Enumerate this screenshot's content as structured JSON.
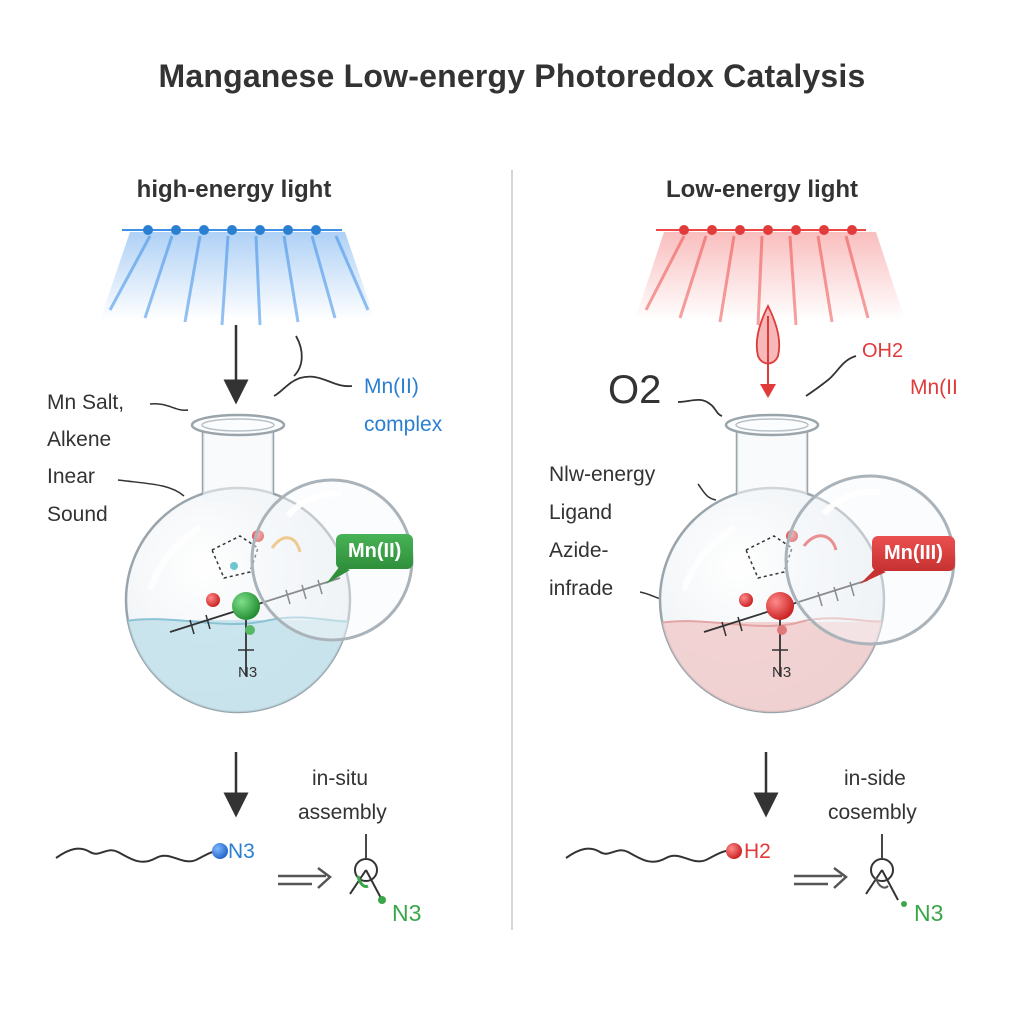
{
  "title": "Manganese Low-energy Photoredox Catalysis",
  "colors": {
    "blue": "#2b7fd1",
    "red": "#e03a3a",
    "green": "#3aa64a",
    "ink": "#333333"
  },
  "left": {
    "heading": "high-energy light",
    "complex_label_1": "Mn(II)",
    "complex_label_2": "complex",
    "inputs": [
      "Mn Salt,",
      "Alkene",
      "Inear",
      "Sound"
    ],
    "badge": "Mn(II)",
    "flask_mark": "N3",
    "step_1": "in-situ",
    "step_2": "assembly",
    "chain_group": "N3",
    "product_group": "N3"
  },
  "right": {
    "heading": "Low-energy light",
    "o2_label": "O2",
    "oh2_label": "OH2",
    "mn_label": "Mn(II",
    "inputs": [
      "Nlw-energy",
      "Ligand",
      "Azide-",
      "infrade"
    ],
    "badge": "Mn(III)",
    "flask_mark": "N3",
    "step_1": "in-side",
    "step_2": "cosembly",
    "chain_group": "H2",
    "product_group": "N3"
  }
}
